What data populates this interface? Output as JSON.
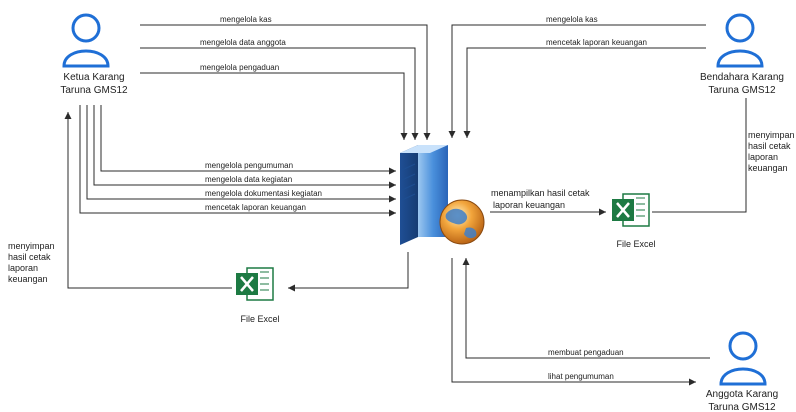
{
  "actors": {
    "ketua": {
      "line1": "Ketua Karang",
      "line2": "Taruna GMS12"
    },
    "bendahara": {
      "line1": "Bendahara Karang",
      "line2": "Taruna GMS12"
    },
    "anggota": {
      "line1": "Anggota Karang",
      "line2": "Taruna GMS12"
    }
  },
  "ketua_flows": [
    "mengelola kas",
    "mengelola data anggota",
    "mengelola pengaduan",
    "mengelola pengumuman",
    "mengelola data kegiatan",
    "mengelola dokumentasi kegiatan",
    "mencetak laporan keuangan"
  ],
  "bendahara_flows": [
    "mengelola kas",
    "mencetak laporan keuangan"
  ],
  "anggota_flows": [
    "membuat pengaduan",
    "lihat pengumuman"
  ],
  "output_label": {
    "line1": "menampilkan hasil cetak",
    "line2": "laporan keuangan"
  },
  "files": {
    "right": "File Excel",
    "bottom": "File Excel"
  },
  "notes": {
    "left": [
      "menyimpan",
      "hasil cetak",
      "laporan",
      "keuangan"
    ],
    "right": [
      "menyimpan",
      "hasil cetak",
      "laporan",
      "keuangan"
    ]
  },
  "colors": {
    "actor_blue": "#1f6fd6",
    "excel_green": "#1d7a43",
    "server_blue": "#3a7fd0",
    "globe_orange": "#e7892a"
  },
  "icons": {
    "actor": "user-icon",
    "server": "server-icon",
    "file": "excel-icon"
  }
}
